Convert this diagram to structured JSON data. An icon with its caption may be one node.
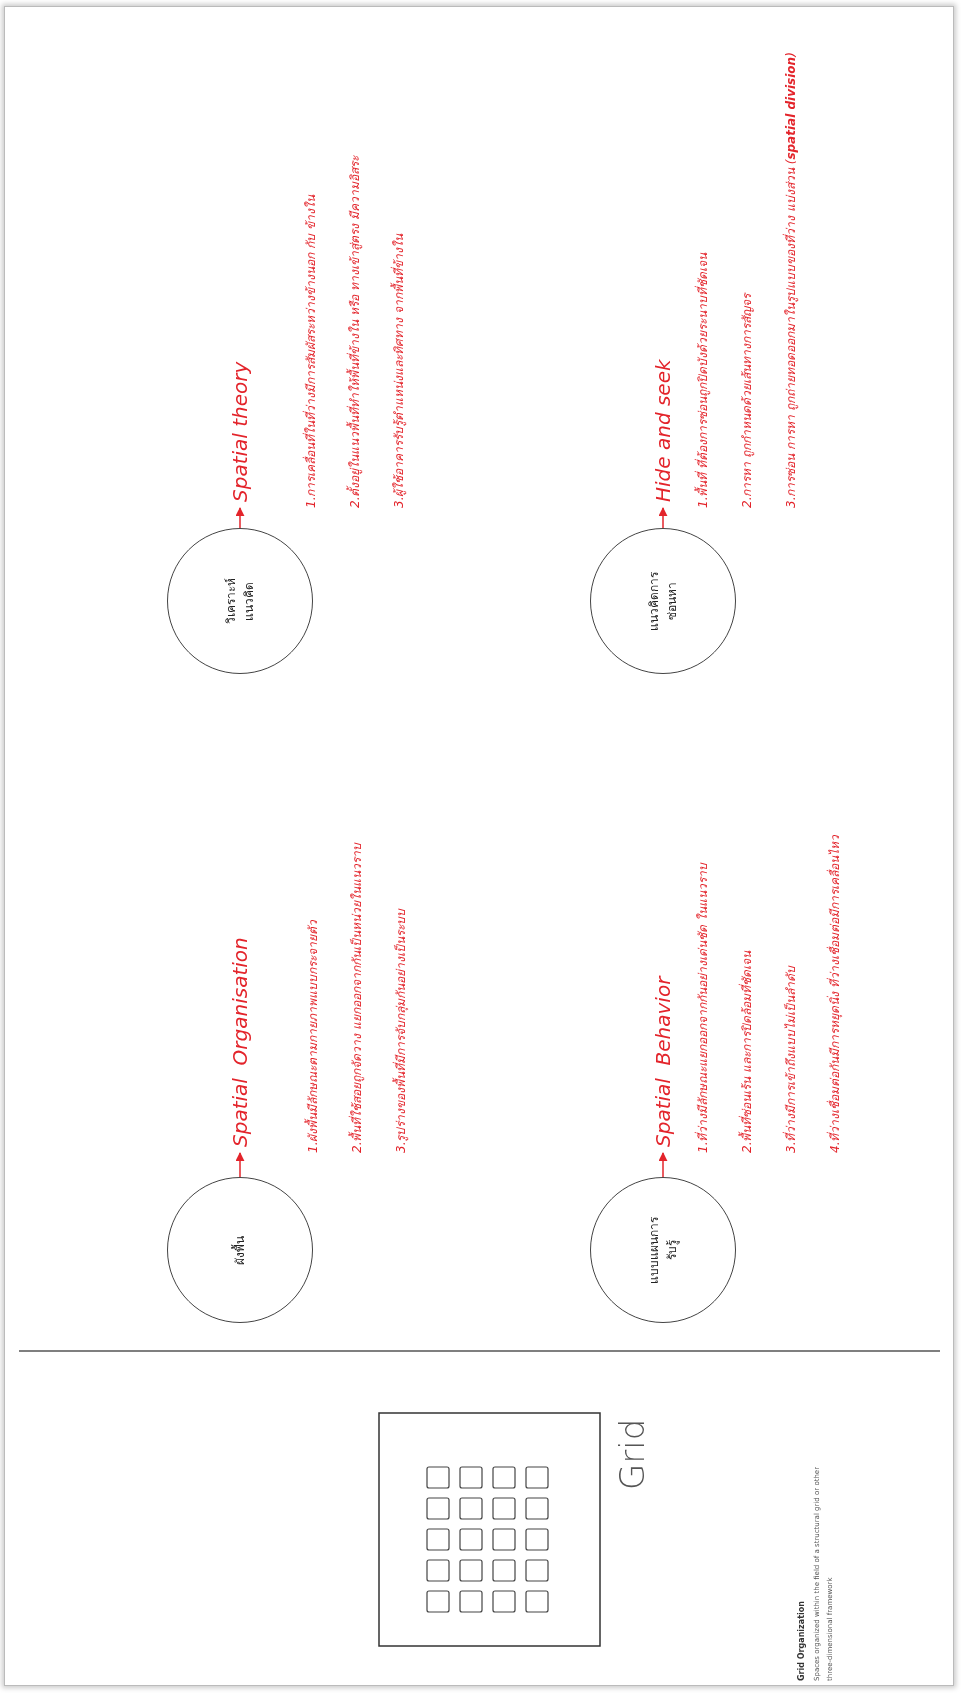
{
  "diagram": {
    "nodes": [
      {
        "text": [
          "ผังพื้น"
        ]
      },
      {
        "text": [
          "Spatial  Organisation"
        ],
        "beside": [
          "1.ผังพื้นมีลักษณะตามกายภาพแบบกระจายตัว",
          "2.พื้นที่ใช้สอยถูกจัดวาง แยกออกจากกันเป็นหน่วยในแนวราบ",
          "3.รูปร่างของพื้นที่มีการจับกลุ่มกันอย่างเป็นระบบ"
        ]
      },
      {
        "text": [
          "วิเคราะห์ แนวคิด"
        ]
      },
      {
        "text": [
          "Spatial theory"
        ],
        "beside": [
          "1.การเคลื่อนที่ในที่ว่างมีการสัมผัสระหว่างข้างนอก กับ ข้างใน",
          "2.ตั้งอยู่ในแนวพื้นที่ทำให้พื้นที่ข้างใน หรือ ทางเข้าสู่ตรง มีความอิสระ",
          "3.ผู้ใช้อาคารรับรู้ตำแหน่งและทิศทาง จากพื้นที่ข้างใน"
        ]
      },
      {
        "text": [
          "แบบแผนการรับรู้"
        ]
      },
      {
        "text": [
          "Spatial  Behavior"
        ],
        "beside": [
          "1.ที่ว่างมีลักษณะแยกออกจากกันอย่างเด่นชัด ในแนวราบ",
          "2.พื้นที่ซ่อนเร้น และการปิดล้อมที่ชัดเจน",
          "3.ที่ว่างมีการเข้าถึงแบบไม่เป็นลำดับ",
          "4.ที่ว่างเชื่อมต่อกันมีการหยุดนิ่ง ที่ว่างเชื่อมต่อมีการเคลื่อนไหว"
        ]
      },
      {
        "text": [
          "แนวคิดการ ซ่อนหา"
        ]
      },
      {
        "text": [
          "Hide and seek"
        ],
        "beside": [
          "1.พื้นที่ ที่ต้องการซ่อนถูกปิดบังด้วยระนาบที่ชัดเจน",
          "2.การหา ถูกกำหนดด้วยเส้นทางการสัญจร",
          "3.การซ่อน การหา ถูกถ่ายทอดออกมาในรูปแบบของที่ว่าง แบ่งส่วน (**spatial division**)"
        ]
      }
    ],
    "edges": [
      {
        "from": 0,
        "to": 1,
        "arrow": "to"
      },
      {
        "from": 2,
        "to": 3,
        "arrow": "to"
      },
      {
        "from": 4,
        "to": 5,
        "arrow": "to"
      },
      {
        "from": 6,
        "to": 7,
        "arrow": "to"
      }
    ],
    "labels": [
      "Grid",
      "Grid Organization",
      "Spaces organized within the field of a structural grid or other three-dimensional framework"
    ]
  }
}
